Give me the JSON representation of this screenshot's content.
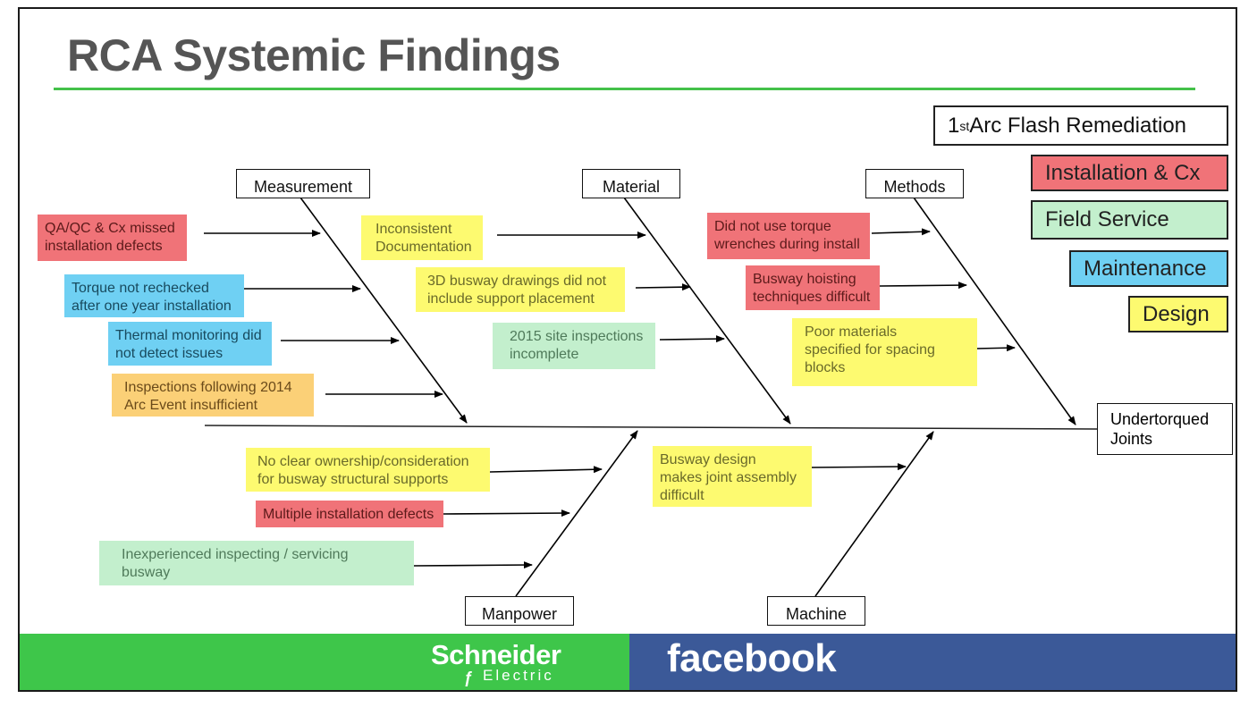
{
  "title": "RCA Systemic Findings",
  "categories": {
    "measurement": "Measurement",
    "material": "Material",
    "methods": "Methods",
    "manpower": "Manpower",
    "machine": "Machine"
  },
  "effect": {
    "line1": "Undertorqued",
    "line2": "Joints"
  },
  "legend": {
    "header_prefix": "1",
    "header_sup": "st",
    "header_rest": " Arc Flash Remediation",
    "items": [
      {
        "label": "Installation & Cx",
        "color": "#f07378"
      },
      {
        "label": "Field Service",
        "color": "#c3efcd"
      },
      {
        "label": "Maintenance",
        "color": "#6fd0f3"
      },
      {
        "label": "Design",
        "color": "#fdfa70"
      }
    ]
  },
  "causes": {
    "measurement": [
      {
        "line1": "QA/QC & Cx missed",
        "line2": "installation defects",
        "type": "Installation & Cx"
      },
      {
        "line1": "Torque not rechecked",
        "line2": "after one year installation",
        "type": "Maintenance"
      },
      {
        "line1": "Thermal monitoring did",
        "line2": "not detect issues",
        "type": "Maintenance"
      },
      {
        "line1": "Inspections following 2014",
        "line2": "Arc Event insufficient",
        "type": "Field Service"
      }
    ],
    "material": [
      {
        "line1": "Inconsistent",
        "line2": "Documentation",
        "type": "Design"
      },
      {
        "line1": "3D busway drawings did not",
        "line2": "include support placement",
        "type": "Design"
      },
      {
        "line1": "2015 site inspections",
        "line2": "incomplete",
        "type": "Field Service"
      }
    ],
    "methods": [
      {
        "line1": "Did not use torque",
        "line2": "wrenches during install",
        "type": "Installation & Cx"
      },
      {
        "line1": "Busway hoisting",
        "line2": "techniques difficult",
        "type": "Installation & Cx"
      },
      {
        "line1": "Poor materials",
        "line2": "specified for spacing",
        "line3": "blocks",
        "type": "Design"
      }
    ],
    "manpower": [
      {
        "line1": "No clear ownership/consideration",
        "line2": "for busway structural supports",
        "type": "Design"
      },
      {
        "line1": "Multiple installation defects",
        "type": "Installation & Cx"
      },
      {
        "line1": "Inexperienced inspecting / servicing",
        "line2": "busway",
        "type": "Field Service"
      }
    ],
    "machine": [
      {
        "line1": "Busway design",
        "line2": "makes joint assembly",
        "line3": "difficult",
        "type": "Design"
      }
    ]
  },
  "footer": {
    "left_brand": "Schneider",
    "left_sub": "Electric",
    "left_color": "#3ec64a",
    "right_brand": "facebook",
    "right_color": "#3b5998"
  }
}
